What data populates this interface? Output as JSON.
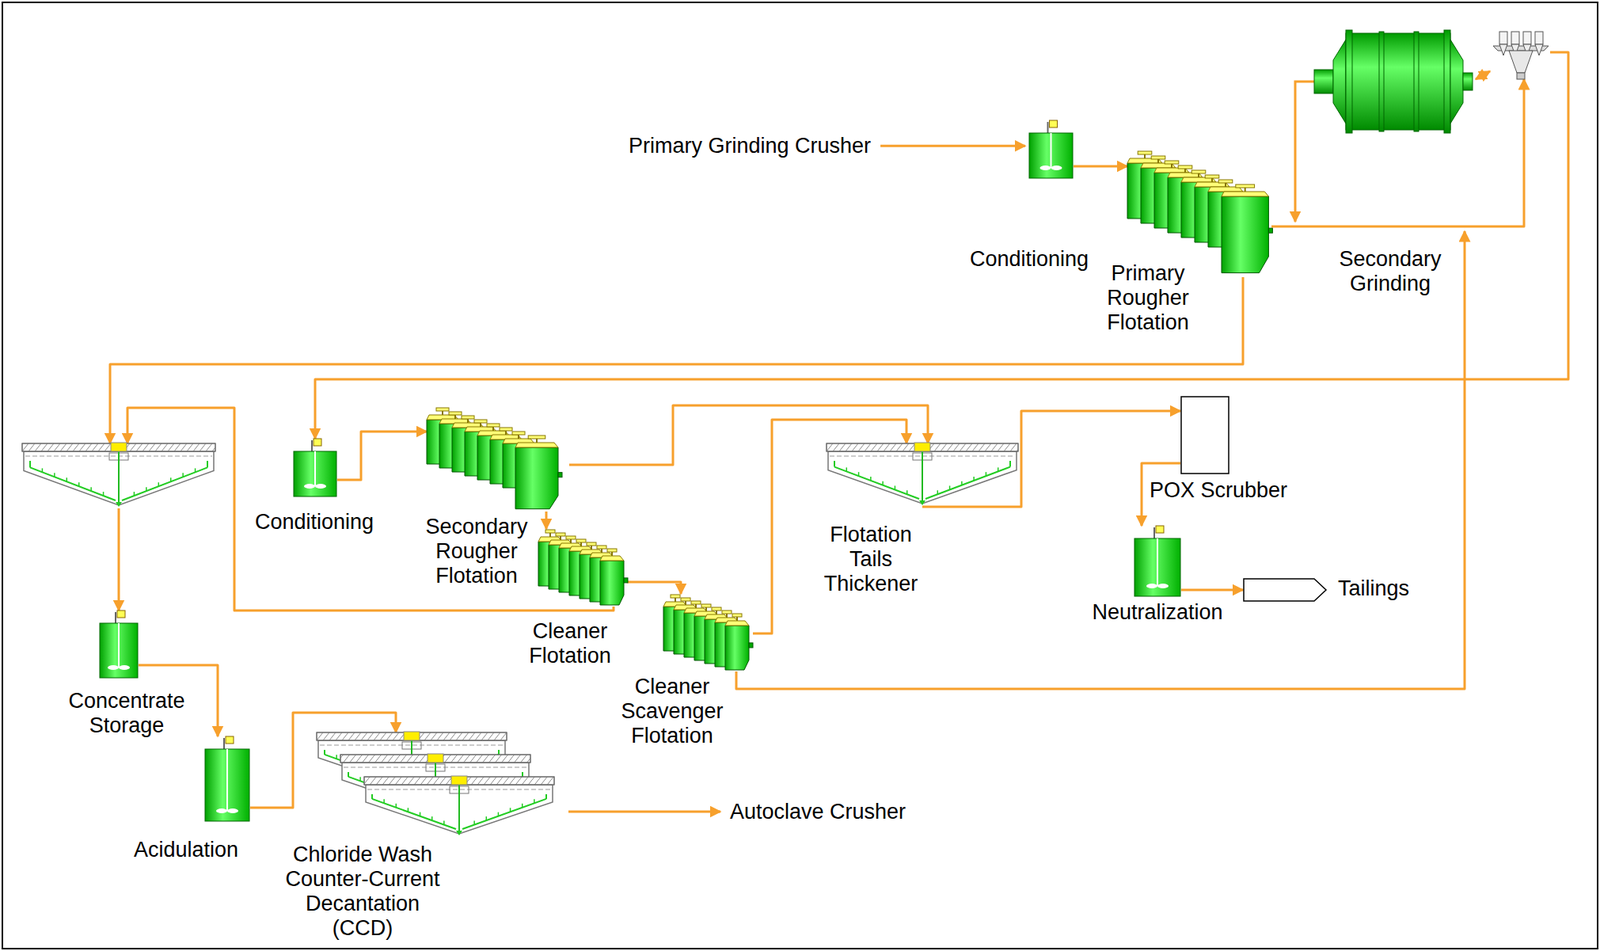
{
  "diagram": {
    "nodes": [
      {
        "text": [
          "Primary Grinding Crusher"
        ]
      },
      {
        "text": [
          "Conditioning"
        ]
      },
      {
        "text": [
          "Primary Rougher Flotation"
        ]
      },
      {
        "text": [
          "Secondary Grinding"
        ]
      },
      {
        "text": []
      },
      {
        "text": [
          "Conditioning"
        ]
      },
      {
        "text": [
          "Secondary Rougher Flotation"
        ]
      },
      {
        "text": [
          "Cleaner Flotation"
        ]
      },
      {
        "text": [
          "Cleaner Scavenger Flotation"
        ]
      },
      {
        "text": [
          "Flotation Tails Thickener"
        ]
      },
      {
        "text": [
          "POX Scrubber"
        ]
      },
      {
        "text": [
          "Neutralization"
        ]
      },
      {
        "text": [
          "Tailings"
        ]
      },
      {
        "text": [
          "Concentrate Storage"
        ]
      },
      {
        "text": [
          "Acidulation"
        ]
      },
      {
        "text": [
          "Chloride Wash Counter-Current Decantation (CCD)"
        ]
      },
      {
        "text": [
          "Autoclave Crusher"
        ]
      }
    ],
    "edges": [
      {
        "from": 0,
        "to": 1,
        "arrow": "to"
      },
      {
        "from": 1,
        "to": 2,
        "arrow": "to"
      },
      {
        "from": 2,
        "to": 3,
        "arrow": "to"
      },
      {
        "from": 3,
        "to": 5,
        "arrow": "to"
      },
      {
        "from": 2,
        "to": 4,
        "arrow": "to"
      },
      {
        "from": 5,
        "to": 6,
        "arrow": "to"
      },
      {
        "from": 6,
        "to": 9,
        "arrow": "to"
      },
      {
        "from": 6,
        "to": 7,
        "arrow": "to"
      },
      {
        "from": 7,
        "to": 4,
        "arrow": "to"
      },
      {
        "from": 7,
        "to": 8,
        "arrow": "to"
      },
      {
        "from": 8,
        "to": 9,
        "arrow": "to"
      },
      {
        "from": 8,
        "to": 3,
        "arrow": "to"
      },
      {
        "from": 9,
        "to": 10,
        "arrow": "to"
      },
      {
        "from": 10,
        "to": 11,
        "arrow": "to"
      },
      {
        "from": 11,
        "to": 12,
        "arrow": "to"
      },
      {
        "from": 4,
        "to": 13,
        "arrow": "to"
      },
      {
        "from": 13,
        "to": 14,
        "arrow": "to"
      },
      {
        "from": 14,
        "to": 15,
        "arrow": "to"
      },
      {
        "from": 15,
        "to": 16,
        "arrow": "to"
      }
    ]
  }
}
